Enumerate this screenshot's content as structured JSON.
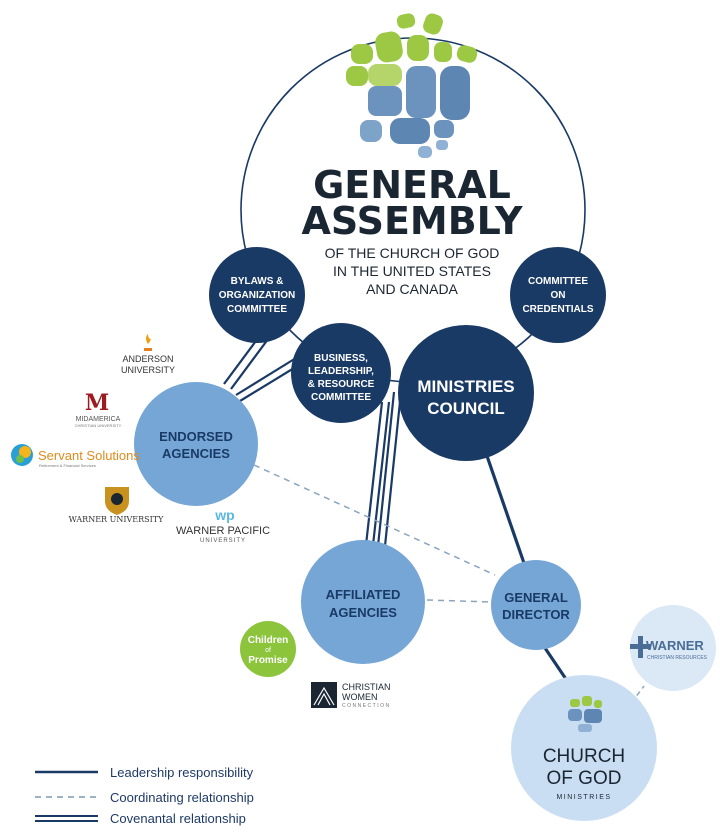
{
  "colors": {
    "dark_navy": "#1a3a66",
    "medium_blue": "#75a6d6",
    "light_blue": "#c9def2",
    "line": "#1a3a66",
    "leaf_green": "#9cc844",
    "leaf_blue": "#6c93bd"
  },
  "assembly": {
    "title_line1": "GENERAL",
    "title_line2": "ASSEMBLY",
    "subtitle_line1": "OF THE CHURCH OF GOD",
    "subtitle_line2": "IN THE UNITED STATES",
    "subtitle_line3": "AND CANADA"
  },
  "nodes": {
    "bylaws": [
      "BYLAWS &",
      "ORGANIZATION",
      "COMMITTEE"
    ],
    "credentials": [
      "COMMITTEE",
      "ON",
      "CREDENTIALS"
    ],
    "business": [
      "BUSINESS,",
      "LEADERSHIP,",
      "& RESOURCE",
      "COMMITTEE"
    ],
    "ministries": [
      "MINISTRIES",
      "COUNCIL"
    ],
    "endorsed": [
      "ENDORSED",
      "AGENCIES"
    ],
    "affiliated": [
      "AFFILIATED",
      "AGENCIES"
    ],
    "director": [
      "GENERAL",
      "DIRECTOR"
    ],
    "cog": {
      "line1": "CHURCH",
      "line2": "OF GOD",
      "line3": "MINISTRIES"
    },
    "warner_resources": {
      "name": "WARNER",
      "tagline": "CHRISTIAN RESOURCES"
    }
  },
  "logos": {
    "anderson": [
      "ANDERSON",
      "UNIVERSITY"
    ],
    "midamerica": {
      "name": "MIDAMERICA",
      "tagline": "CHRISTIAN UNIVERSITY"
    },
    "servant": {
      "name": "Servant Solutions",
      "tagline": "Retirement & Financial Services"
    },
    "warner_university": "WARNER UNIVERSITY",
    "warner_pacific": {
      "mark": "wp",
      "name": "WARNER PACIFIC",
      "tagline": "UNIVERSITY"
    },
    "children": {
      "line1": "Children",
      "line2": "of",
      "line3": "Promise"
    },
    "christian_women": {
      "line1": "CHRISTIAN",
      "line2": "WOMEN",
      "line3": "CONNECTION"
    }
  },
  "legend": [
    {
      "style": "solid",
      "label": "Leadership responsibility"
    },
    {
      "style": "dashed",
      "label": "Coordinating relationship"
    },
    {
      "style": "double",
      "label": "Covenantal relationship"
    }
  ]
}
